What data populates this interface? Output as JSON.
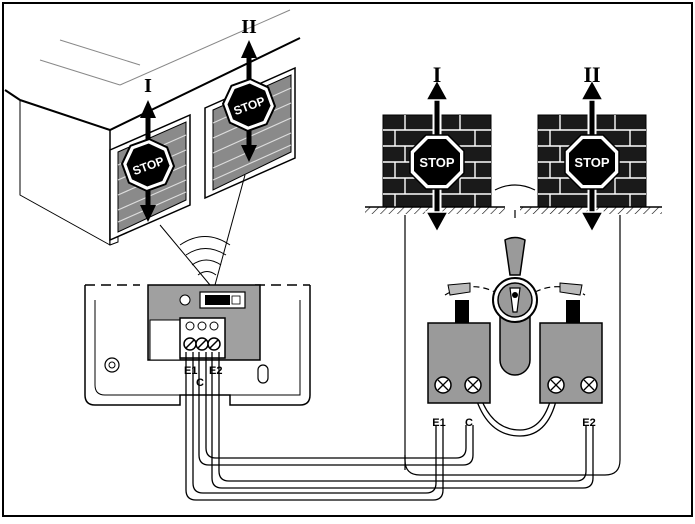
{
  "doors": {
    "door_1_label": "I",
    "door_2_label": "II",
    "stop_label": "STOP"
  },
  "panels": {
    "panel_1_label": "I",
    "panel_2_label": "II",
    "stop_label": "STOP"
  },
  "receiver": {
    "terminal_e1": "E1",
    "terminal_c": "C",
    "terminal_e2": "E2"
  },
  "key_switch": {
    "terminal_e1": "E1",
    "terminal_c": "C",
    "terminal_e2": "E2"
  },
  "colors": {
    "ink": "#000000",
    "receiver_body": "#a0a0a0",
    "housing_fill": "#9a9a9a",
    "door_fill": "#8a8a8a",
    "wall_fill": "#1a1a1a",
    "building_fill": "#ffffff"
  }
}
